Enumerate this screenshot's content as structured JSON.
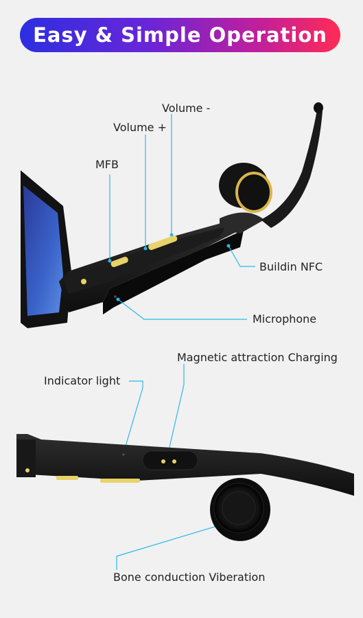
{
  "banner": {
    "title": "Easy & Simple Operation"
  },
  "labels": {
    "volume_minus": "Volume -",
    "volume_plus": "Volume +",
    "mfb": "MFB",
    "nfc": "Buildin NFC",
    "microphone": "Microphone",
    "charging": "Magnetic attraction Charging",
    "indicator": "Indicator light",
    "bone": "Bone conduction Viberation"
  },
  "colors": {
    "accent_line": "#2bb8e8",
    "banner_start": "#2c2fe0",
    "banner_end": "#ff2b55",
    "button_gold": "#e8d26a"
  }
}
